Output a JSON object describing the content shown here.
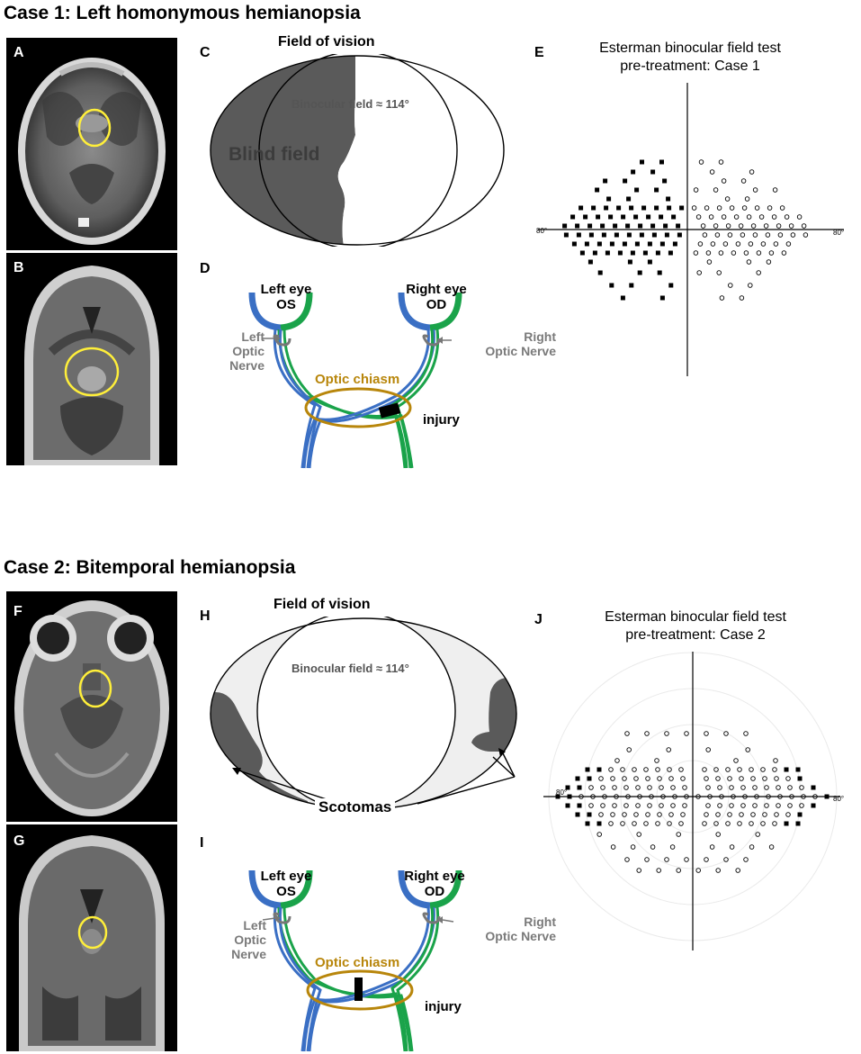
{
  "case1": {
    "title": "Case 1: Left homonymous hemianopsia",
    "panels": {
      "A": "A",
      "B": "B",
      "C": "C",
      "D": "D",
      "E": "E"
    },
    "field": {
      "title": "Field of vision",
      "binocular": "Binocular  field ≈ 114°",
      "blind": "Blind field"
    },
    "pathway": {
      "left_eye": "Left eye",
      "os": "OS",
      "right_eye": "Right eye",
      "od": "OD",
      "left_nerve_1": "Left",
      "left_nerve_2": "Optic Nerve",
      "right_nerve_1": "Right",
      "right_nerve_2": "Optic Nerve",
      "chiasm": "Optic chiasm",
      "injury": "injury"
    },
    "esterman": {
      "title_1": "Esterman binocular field test",
      "title_2": "pre-treatment: Case 1",
      "left_deg": "80°",
      "right_deg": "80°"
    }
  },
  "case2": {
    "title": "Case 2: Bitemporal hemianopsia",
    "panels": {
      "F": "F",
      "G": "G",
      "H": "H",
      "I": "I",
      "J": "J"
    },
    "field": {
      "title": "Field of vision",
      "binocular": "Binocular  field ≈ 114°",
      "scotomas": "Scotomas"
    },
    "pathway": {
      "left_eye": "Left eye",
      "os": "OS",
      "right_eye": "Right eye",
      "od": "OD",
      "left_nerve_1": "Left",
      "left_nerve_2": "Optic Nerve",
      "right_nerve_1": "Right",
      "right_nerve_2": "Optic Nerve",
      "chiasm": "Optic chiasm",
      "injury": "injury"
    },
    "esterman": {
      "title_1": "Esterman binocular field test",
      "title_2": "pre-treatment: Case 2",
      "left_deg": "80°",
      "right_deg": "80°"
    }
  },
  "colors": {
    "left_eye": "#3a6fc4",
    "right_eye": "#1aa34a",
    "chiasm": "#b8860b",
    "lesion": "#ffef3a",
    "blind": "#5a5a5a",
    "monocular": "#efefef",
    "nerve_label": "#7a7a7a"
  }
}
